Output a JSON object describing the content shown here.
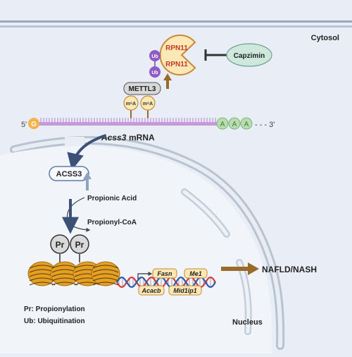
{
  "labels": {
    "cytosol": "Cytosol",
    "nucleus": "Nucleus",
    "capzimin": "Capzimin",
    "rpn11_top": "RPN11",
    "rpn11_bottom": "RPN11",
    "ub": "Ub",
    "mettl3": "METTL3",
    "m6a": "m⁶A",
    "five_prime": "5'",
    "g": "G",
    "a": "A",
    "three_prime": "- - - 3'",
    "mrna_gene": "Acss3",
    "mrna_word": "mRNA",
    "acss3_protein": "ACSS3",
    "propionic_acid": "Propionic Acid",
    "propionyl_coa": "Propionyl-CoA",
    "pr": "Pr",
    "genes": [
      "Fasn",
      "Me1",
      "Acacb",
      "Mid1ip1"
    ],
    "outcome": "NAFLD/NASH"
  },
  "legend": {
    "pr_line": "Pr: Propionylation",
    "ub_line": "Ub: Ubiquitination"
  },
  "colors": {
    "background": "#e9eef6",
    "membrane": "#a9b6c6",
    "rpn11_fill": "#fbe8b4",
    "rpn11_text": "#c0392b",
    "ub_fill": "#8e5cc4",
    "capzimin_fill": "#cfe8de",
    "mrna_purple": "#c69ad8",
    "g_orange": "#f3b24a",
    "a_green": "#b7ddb0",
    "arrow_brown": "#9a6a2a",
    "nucleosome": "#e4a022",
    "dark_blue": "#3b5276"
  }
}
